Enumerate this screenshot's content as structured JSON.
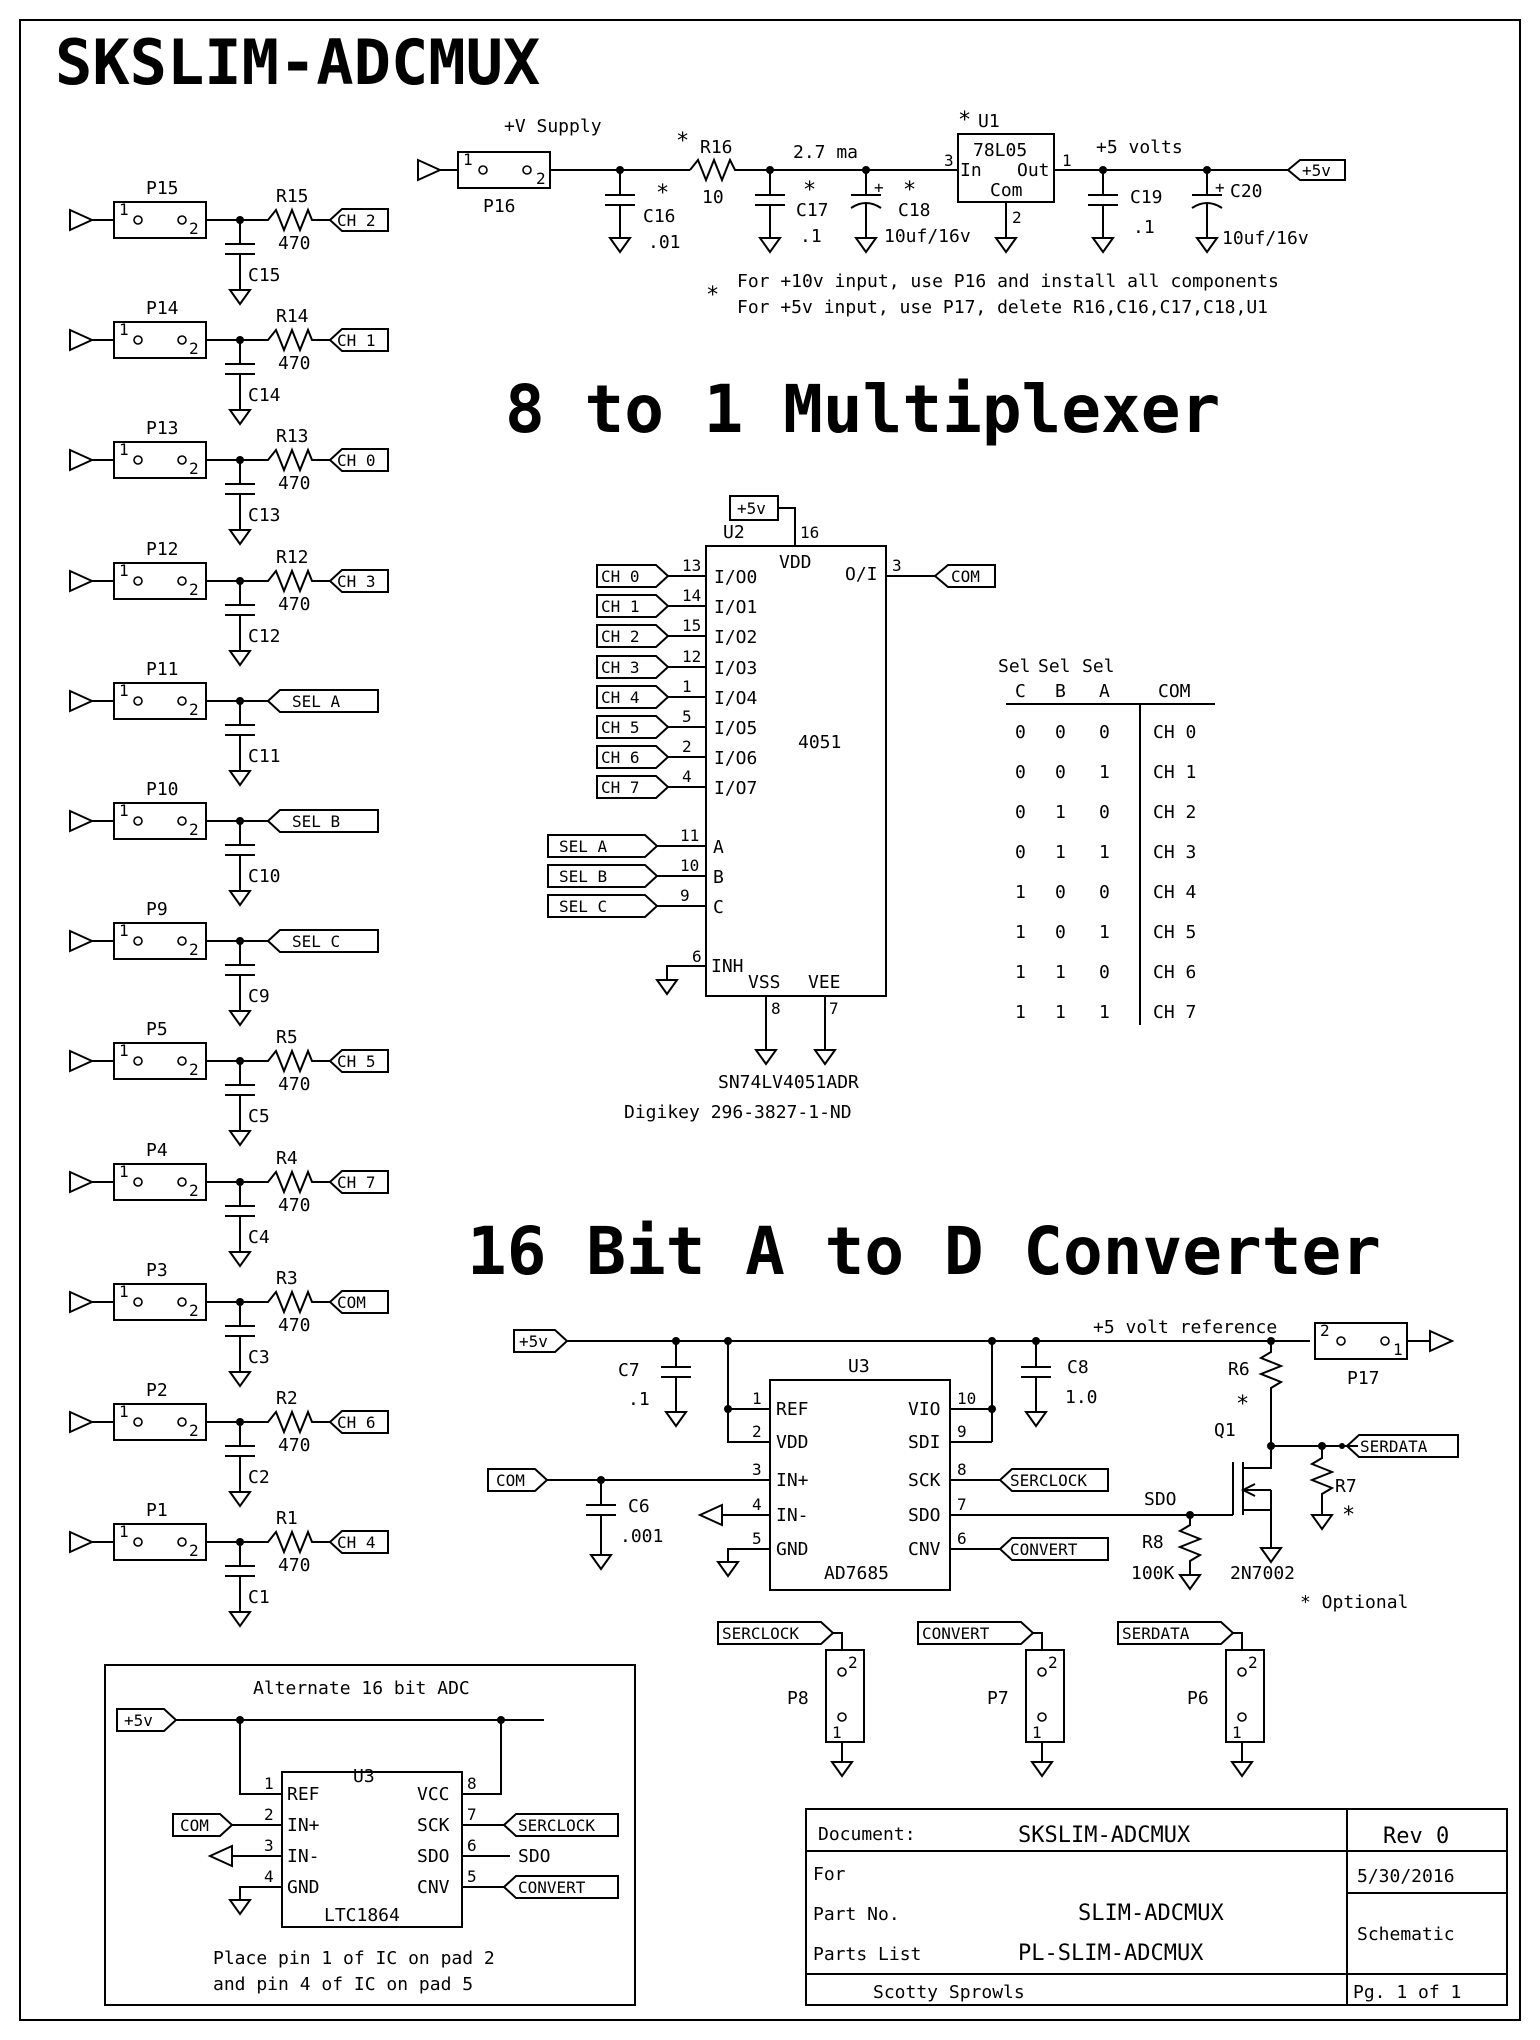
{
  "title": "SKSLIM-ADCMUX",
  "power": {
    "supply_label": "+V Supply",
    "p16": "P16",
    "r16": "R16",
    "r16_val": "10",
    "current": "2.7 ma",
    "u1": "U1",
    "u1_part": "78L05",
    "u1_in": "In",
    "u1_out": "Out",
    "u1_com": "Com",
    "pin3": "3",
    "pin1": "1",
    "pin2": "2",
    "out_label": "+5 volts",
    "c16": "C16",
    "c16_val": ".01",
    "c17": "C17",
    "c17_val": ".1",
    "c18": "C18",
    "c18_val": "10uf/16v",
    "c19": "C19",
    "c19_val": ".1",
    "c20": "C20",
    "c20_val": "10uf/16v",
    "net_5v": "+5v",
    "note1": "For +10v input, use P16 and install all components",
    "note2": "For +5v input, use P17, delete R16,C16,C17,C18,U1",
    "star": "*"
  },
  "inputs": [
    {
      "p": "P15",
      "r": "R15",
      "rv": "470",
      "c": "C15",
      "net": "CH 2",
      "kind": "ch"
    },
    {
      "p": "P14",
      "r": "R14",
      "rv": "470",
      "c": "C14",
      "net": "CH 1",
      "kind": "ch"
    },
    {
      "p": "P13",
      "r": "R13",
      "rv": "470",
      "c": "C13",
      "net": "CH 0",
      "kind": "ch"
    },
    {
      "p": "P12",
      "r": "R12",
      "rv": "470",
      "c": "C12",
      "net": "CH 3",
      "kind": "ch"
    },
    {
      "p": "P11",
      "r": "",
      "rv": "",
      "c": "C11",
      "net": "SEL A",
      "kind": "sel"
    },
    {
      "p": "P10",
      "r": "",
      "rv": "",
      "c": "C10",
      "net": "SEL B",
      "kind": "sel"
    },
    {
      "p": "P9",
      "r": "",
      "rv": "",
      "c": "C9",
      "net": "SEL C",
      "kind": "sel"
    },
    {
      "p": "P5",
      "r": "R5",
      "rv": "470",
      "c": "C5",
      "net": "CH 5",
      "kind": "ch"
    },
    {
      "p": "P4",
      "r": "R4",
      "rv": "470",
      "c": "C4",
      "net": "CH 7",
      "kind": "ch"
    },
    {
      "p": "P3",
      "r": "R3",
      "rv": "470",
      "c": "C3",
      "net": "COM",
      "kind": "ch"
    },
    {
      "p": "P2",
      "r": "R2",
      "rv": "470",
      "c": "C2",
      "net": "CH 6",
      "kind": "ch"
    },
    {
      "p": "P1",
      "r": "R1",
      "rv": "470",
      "c": "C1",
      "net": "CH 4",
      "kind": "ch"
    }
  ],
  "pin1": "1",
  "pin2": "2",
  "mux": {
    "heading": "8 to 1 Multiplexer",
    "u2": "U2",
    "vdd": "VDD",
    "vdd_pin": "16",
    "net_5v": "+5v",
    "part": "4051",
    "oi": "O/I",
    "oi_pin": "3",
    "com": "COM",
    "io": [
      {
        "net": "CH 0",
        "pin": "13",
        "name": "I/O0"
      },
      {
        "net": "CH 1",
        "pin": "14",
        "name": "I/O1"
      },
      {
        "net": "CH 2",
        "pin": "15",
        "name": "I/O2"
      },
      {
        "net": "CH 3",
        "pin": "12",
        "name": "I/O3"
      },
      {
        "net": "CH 4",
        "pin": "1",
        "name": "I/O4"
      },
      {
        "net": "CH 5",
        "pin": "5",
        "name": "I/O5"
      },
      {
        "net": "CH 6",
        "pin": "2",
        "name": "I/O6"
      },
      {
        "net": "CH 7",
        "pin": "4",
        "name": "I/O7"
      }
    ],
    "sel": [
      {
        "net": "SEL A",
        "pin": "11",
        "name": "A"
      },
      {
        "net": "SEL B",
        "pin": "10",
        "name": "B"
      },
      {
        "net": "SEL C",
        "pin": "9",
        "name": "C"
      }
    ],
    "inh": "INH",
    "inh_pin": "6",
    "vss": "VSS",
    "vss_pin": "8",
    "vee": "VEE",
    "vee_pin": "7",
    "partno": "SN74LV4051ADR",
    "digikey": "Digikey  296-3827-1-ND"
  },
  "truth": {
    "hdr_sel": [
      "Sel",
      "Sel",
      "Sel"
    ],
    "hdr": [
      "C",
      "B",
      "A",
      "COM"
    ],
    "rows": [
      [
        "0",
        "0",
        "0",
        "CH 0"
      ],
      [
        "0",
        "0",
        "1",
        "CH 1"
      ],
      [
        "0",
        "1",
        "0",
        "CH 2"
      ],
      [
        "0",
        "1",
        "1",
        "CH 3"
      ],
      [
        "1",
        "0",
        "0",
        "CH 4"
      ],
      [
        "1",
        "0",
        "1",
        "CH 5"
      ],
      [
        "1",
        "1",
        "0",
        "CH 6"
      ],
      [
        "1",
        "1",
        "1",
        "CH 7"
      ]
    ]
  },
  "adc": {
    "heading": "16 Bit A to D Converter",
    "net_5v": "+5v",
    "ref_label": "+5 volt reference",
    "p17": "P17",
    "c7": "C7",
    "c7_val": ".1",
    "c8": "C8",
    "c8_val": "1.0",
    "c6": "C6",
    "c6_val": ".001",
    "u3": "U3",
    "part": "AD7685",
    "pins_left": [
      {
        "pin": "1",
        "name": "REF"
      },
      {
        "pin": "2",
        "name": "VDD"
      },
      {
        "pin": "3",
        "name": "IN+"
      },
      {
        "pin": "4",
        "name": "IN-"
      },
      {
        "pin": "5",
        "name": "GND"
      }
    ],
    "pins_right": [
      {
        "pin": "10",
        "name": "VIO"
      },
      {
        "pin": "9",
        "name": "SDI"
      },
      {
        "pin": "8",
        "name": "SCK"
      },
      {
        "pin": "7",
        "name": "SDO"
      },
      {
        "pin": "6",
        "name": "CNV"
      }
    ],
    "com": "COM",
    "serclock": "SERCLOCK",
    "convert": "CONVERT",
    "serdata": "SERDATA",
    "r6": "R6",
    "r7": "R7",
    "r8": "R8",
    "r8_val": "100K",
    "q1": "Q1",
    "q1_part": "2N7002",
    "sdo": "SDO",
    "optional": "* Optional",
    "p8": "P8",
    "p7": "P7",
    "p6": "P6"
  },
  "alt": {
    "title": "Alternate 16 bit ADC",
    "net_5v": "+5v",
    "u3": "U3",
    "part": "LTC1864",
    "pins_left": [
      {
        "pin": "1",
        "name": "REF"
      },
      {
        "pin": "2",
        "name": "IN+"
      },
      {
        "pin": "3",
        "name": "IN-"
      },
      {
        "pin": "4",
        "name": "GND"
      }
    ],
    "pins_right": [
      {
        "pin": "8",
        "name": "VCC"
      },
      {
        "pin": "7",
        "name": "SCK"
      },
      {
        "pin": "6",
        "name": "SDO"
      },
      {
        "pin": "5",
        "name": "CNV"
      }
    ],
    "com": "COM",
    "serclock": "SERCLOCK",
    "sdo": "SDO",
    "convert": "CONVERT",
    "note1": "Place pin 1 of IC on pad 2",
    "note2": "and pin 4 of IC on pad 5"
  },
  "titleblock": {
    "doc_label": "Document:",
    "doc": "SKSLIM-ADCMUX",
    "rev": "Rev 0",
    "date": "5/30/2016",
    "for_label": "For",
    "part_label": "Part No.",
    "part": "SLIM-ADCMUX",
    "kind": "Schematic",
    "parts_label": "Parts List",
    "parts": "PL-SLIM-ADCMUX",
    "author": "Scotty Sprowls",
    "page": "Pg. 1 of 1"
  }
}
